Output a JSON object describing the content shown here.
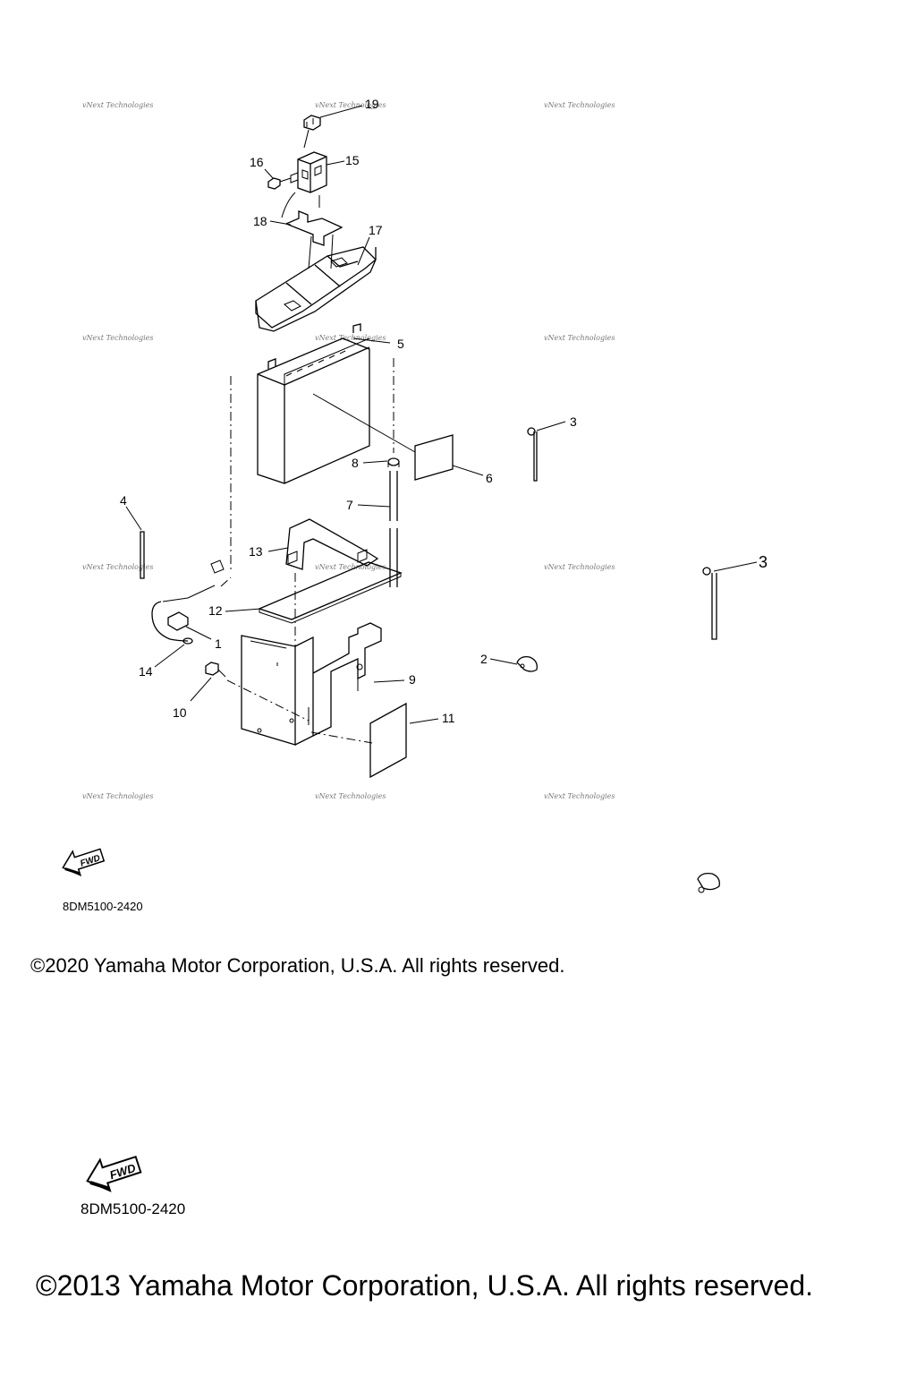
{
  "diagram": {
    "callouts": [
      "1",
      "2",
      "3",
      "4",
      "5",
      "6",
      "7",
      "8",
      "9",
      "10",
      "11",
      "12",
      "13",
      "14",
      "15",
      "16",
      "17",
      "18",
      "19"
    ],
    "side_callout": "3",
    "watermark": "vNext Technologies",
    "fwd_label": "FWD"
  },
  "upper": {
    "part_code": "8DM5100-2420",
    "copyright": "©2020 Yamaha Motor Corporation, U.S.A. All rights reserved."
  },
  "lower": {
    "part_code": "8DM5100-2420",
    "copyright": "©2013 Yamaha Motor Corporation, U.S.A. All rights reserved."
  }
}
